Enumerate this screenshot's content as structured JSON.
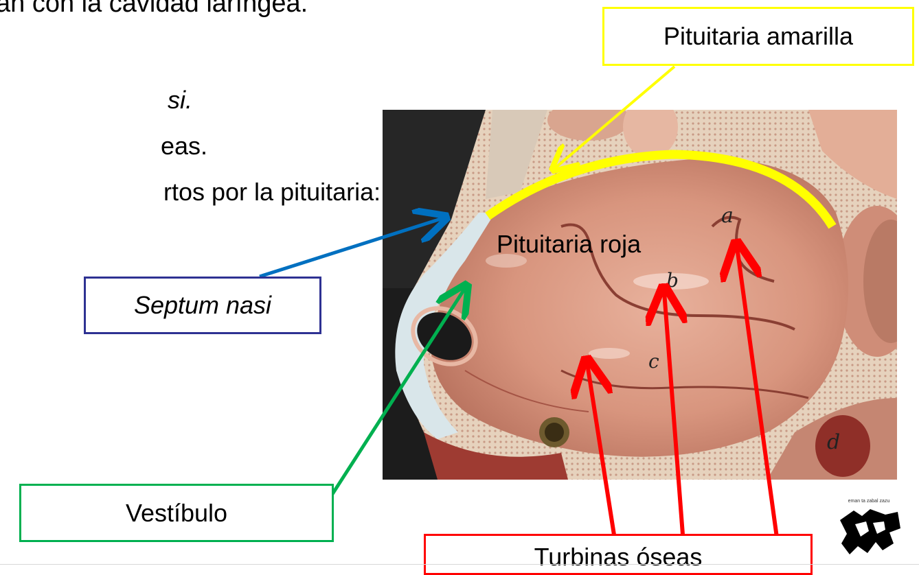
{
  "body_lines": {
    "line1": "an con la cavidad laríngea.",
    "line2": "si.",
    "line3": "eas.",
    "line4": "rtos por la pituitaria:"
  },
  "labels": {
    "pituitaria_amarilla": "Pituitaria amarilla",
    "septum_nasi": "Septum nasi",
    "vestibulo": "Vestíbulo",
    "turbinas_oseas": "Turbinas óseas",
    "pituitaria_roja": "Pituitaria roja"
  },
  "photo_marks": {
    "a": "a",
    "b": "b",
    "c": "c",
    "d": "d"
  },
  "logo": {
    "caption": "eman ta zabal zazu"
  },
  "colors": {
    "yellow": "#ffff00",
    "blue": "#0070c0",
    "navy_border": "#2e3192",
    "green": "#00b050",
    "red": "#ff0000"
  }
}
